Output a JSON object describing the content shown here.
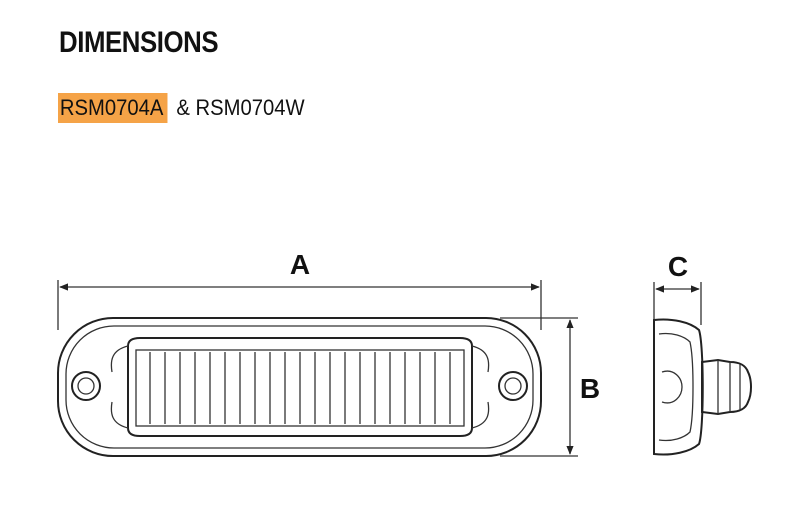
{
  "heading": "DIMENSIONS",
  "models": {
    "highlighted": "RSM0704A",
    "separator": "&",
    "second": "RSM0704W"
  },
  "dimensions": {
    "a": "A",
    "b": "B",
    "c": "C"
  },
  "colors": {
    "highlight": "#f5a347",
    "line": "#222222"
  }
}
